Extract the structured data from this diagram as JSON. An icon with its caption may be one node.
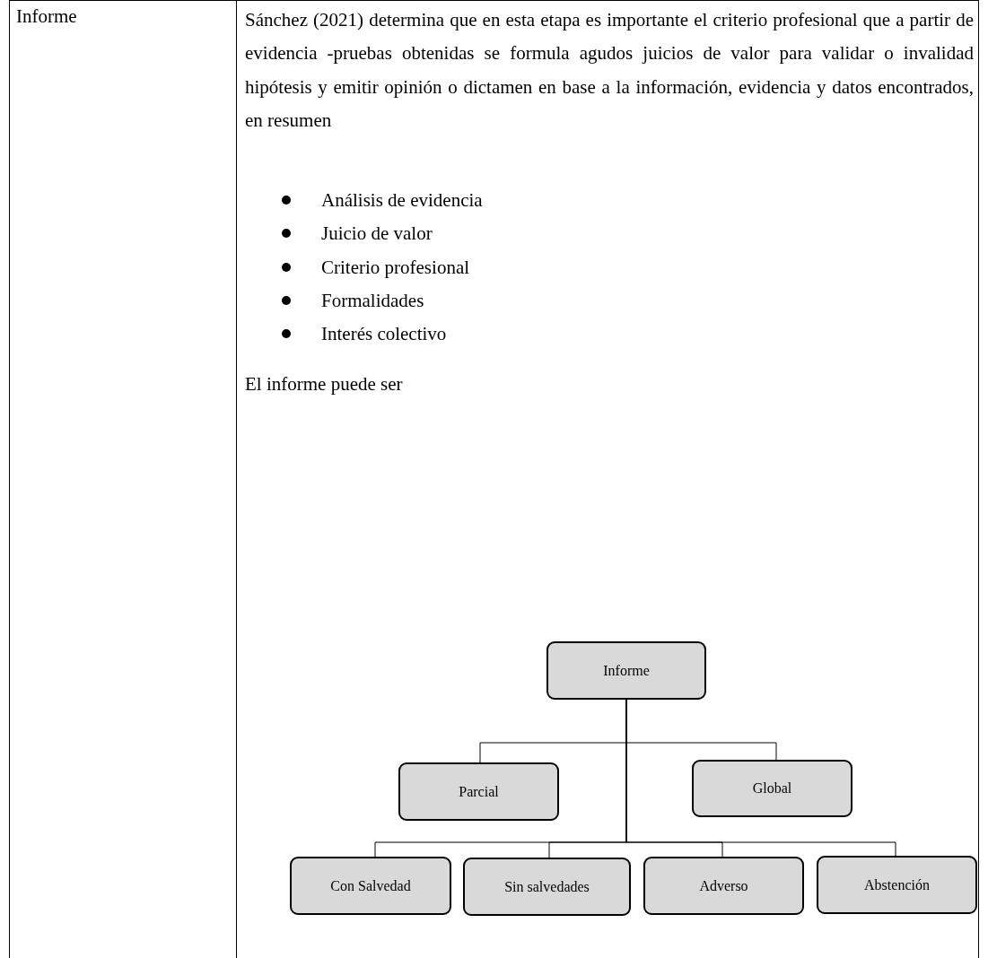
{
  "diagram": {
    "nodes": [
      {
        "text": [
          "Informe"
        ]
      },
      {
        "text": [
          "Parcial"
        ]
      },
      {
        "text": [
          "Global"
        ]
      },
      {
        "text": [
          "Con Salvedad"
        ]
      },
      {
        "text": [
          "Sin salvedades"
        ]
      },
      {
        "text": [
          "Adverso"
        ]
      },
      {
        "text": [
          "Abstención"
        ]
      }
    ],
    "edges": [
      {
        "from": 0,
        "to": 1,
        "arrow": "none"
      },
      {
        "from": 0,
        "to": 2,
        "arrow": "none"
      },
      {
        "from": 0,
        "to": 3,
        "arrow": "none"
      },
      {
        "from": 0,
        "to": 4,
        "arrow": "none"
      },
      {
        "from": 0,
        "to": 5,
        "arrow": "none"
      },
      {
        "from": 0,
        "to": 6,
        "arrow": "none"
      }
    ],
    "labels": [
      "Informe",
      "Sánchez (2021) determina que en esta etapa es importante el criterio profesional que a partir de evidencia -pruebas obtenidas se formula agudos juicios de valor para validar o invalidad hipótesis y emitir opinión o dictamen en base a la información, evidencia y datos encontrados, en resumen",
      "Análisis de evidencia",
      "Juicio de valor",
      "Criterio profesional",
      "Formalidades",
      "Interés colectivo",
      "El informe puede ser"
    ]
  }
}
